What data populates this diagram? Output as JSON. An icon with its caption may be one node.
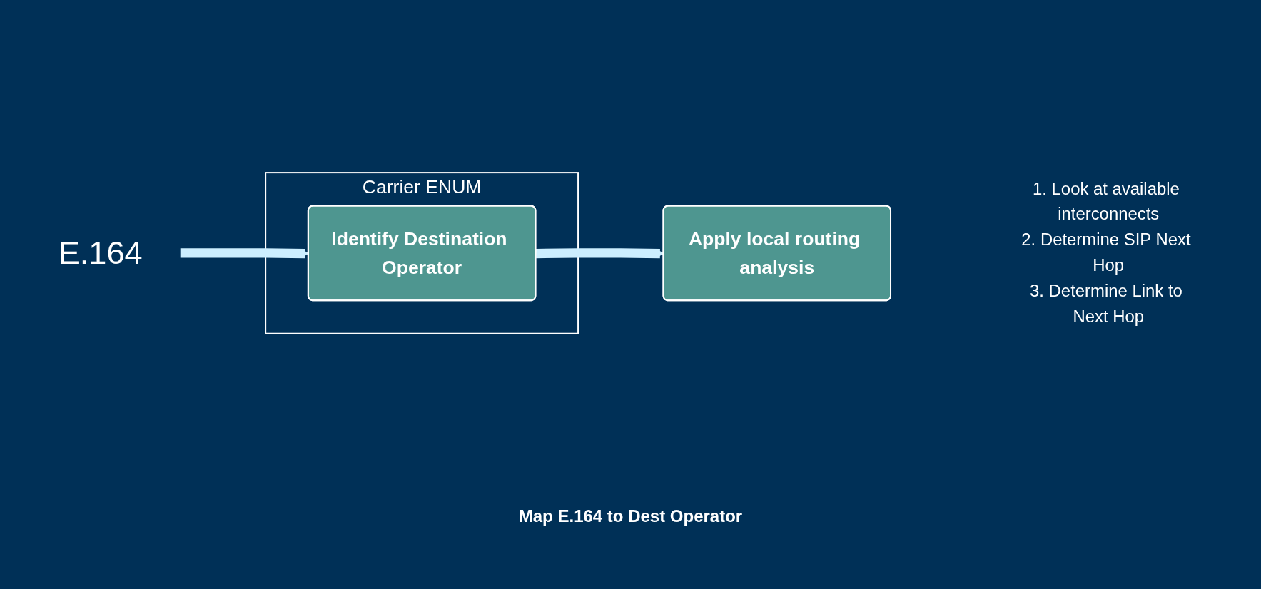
{
  "diagram": {
    "nodes": [
      {
        "text": [
          "E.164"
        ]
      },
      {
        "text": [
          "Carrier ENUM"
        ]
      },
      {
        "text": [
          "Identify Destination Operator"
        ],
        "in": 1
      },
      {
        "text": [
          "Apply local routing analysis"
        ],
        "beside": [
          "1. Look at available interconnects",
          "2. Determine SIP Next Hop",
          "3. Determine Link to Next Hop"
        ]
      }
    ],
    "edges": [
      {
        "from": 0,
        "to": 2,
        "arrow": "to"
      },
      {
        "from": 2,
        "to": 3,
        "arrow": "to"
      }
    ],
    "labels": [
      "Map E.164 to Dest Operator"
    ]
  }
}
